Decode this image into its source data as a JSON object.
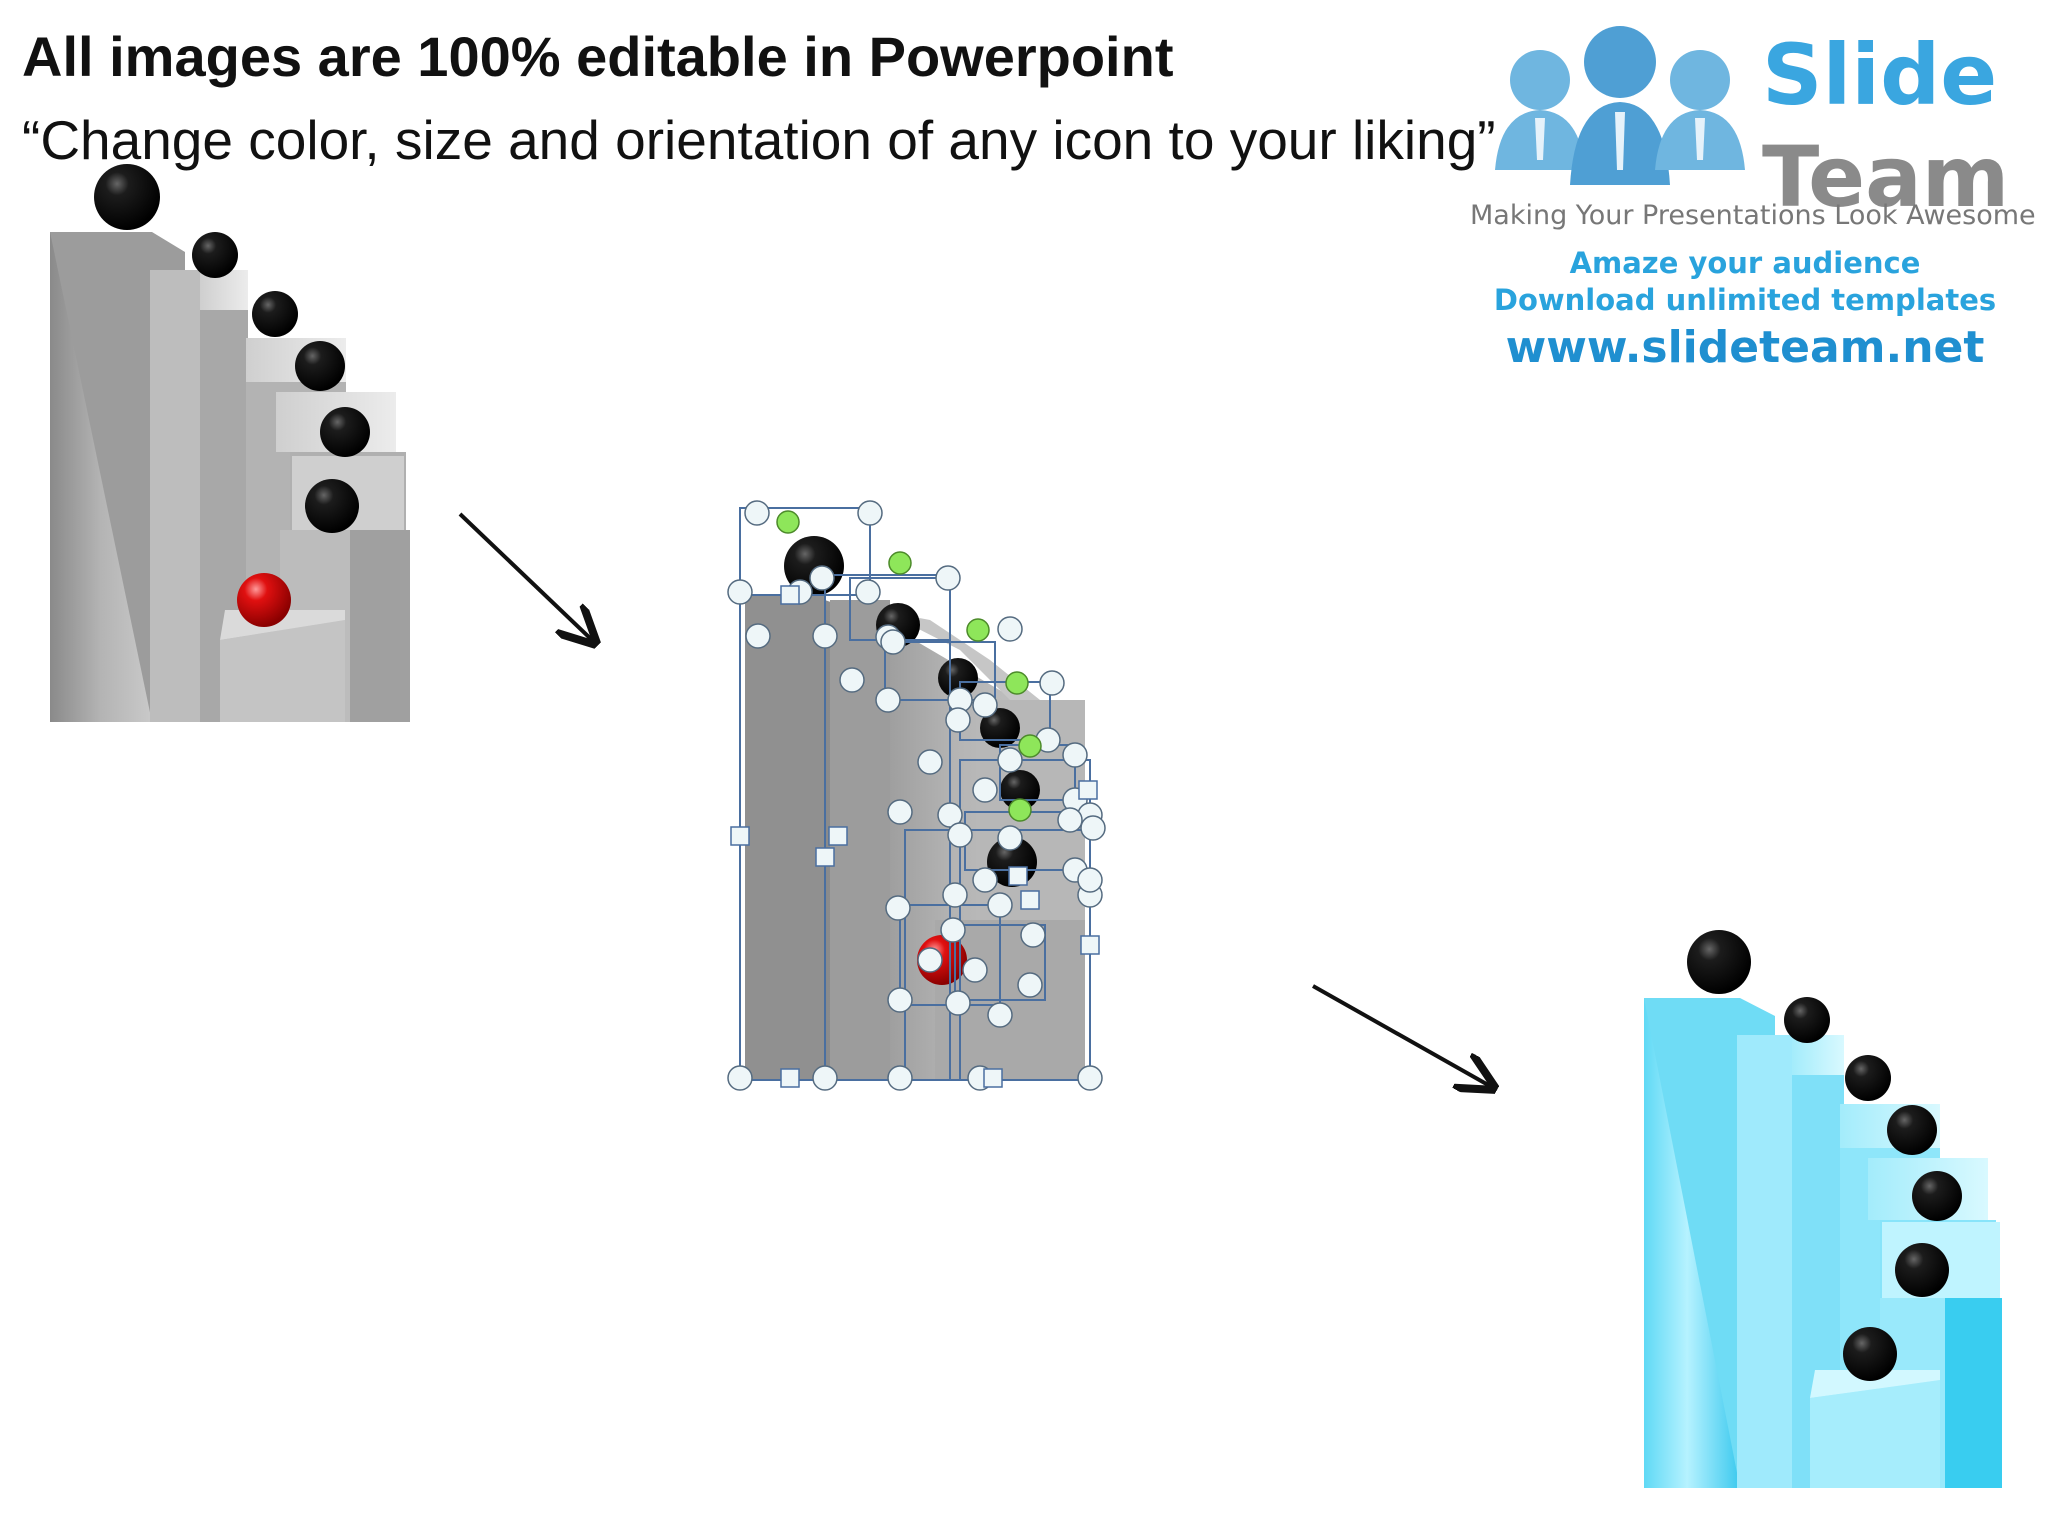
{
  "header": {
    "title": "All images are 100% editable in Powerpoint",
    "subtitle": "“Change color, size and orientation of any icon to your liking”"
  },
  "logo": {
    "word1": "Slide",
    "word2": "Team",
    "tagline": "Making Your Presentations Look Awesome",
    "line1": "Amaze your audience",
    "line2": "Download unlimited templates",
    "url": "www.slideteam.net"
  },
  "colors": {
    "gray_stairs": "#a9a9a9",
    "selected_stairs": "#9a9a9a",
    "blue_stairs": "#4fdcf7",
    "red_ball": "#e01010",
    "black_ball": "#111111",
    "handle_green": "#8ee65a",
    "selection_line": "#4a6fa0",
    "brand_blue": "#29a3dd"
  },
  "icons": [
    "staircase-with-balls-gray",
    "staircase-selected-edit-handles",
    "staircase-with-balls-blue",
    "arrow-right-down"
  ]
}
